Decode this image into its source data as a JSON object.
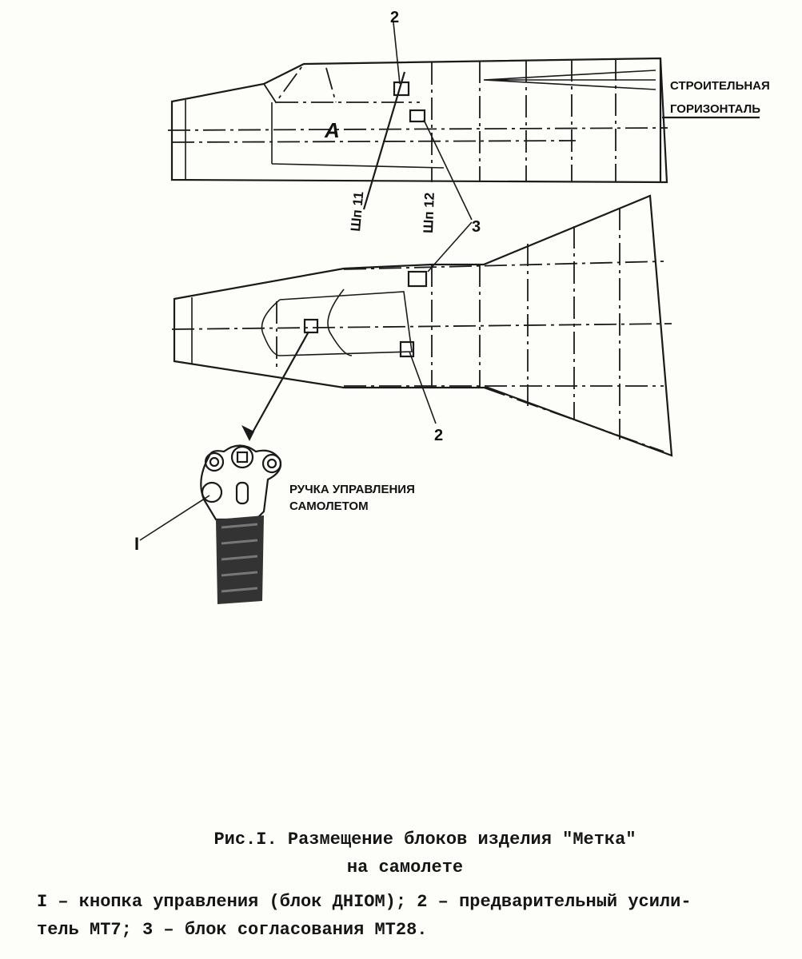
{
  "drawing": {
    "callouts": {
      "c1": "I",
      "c2_top": "2",
      "c2_bottom": "2",
      "c3": "3",
      "zone_a": "A"
    },
    "frame_labels": {
      "frame11": "Шп 11",
      "frame12": "Шп 12"
    },
    "construction_line": {
      "line1": "СТРОИТЕЛЬНАЯ",
      "line2": "ГОРИЗОНТАЛЬ"
    },
    "handle_label": {
      "line1": "РУЧКА УПРАВЛЕНИЯ",
      "line2": "САМОЛЕТОМ"
    }
  },
  "caption": {
    "title": "Рис.I. Размещение блоков изделия \"Метка\"",
    "subtitle": "на самолете",
    "legend_line1": "I – кнопка управления (блок ДНIОМ); 2 – предварительный усили-",
    "legend_line2": "тель МТ7; 3 – блок согласования МТ28."
  }
}
